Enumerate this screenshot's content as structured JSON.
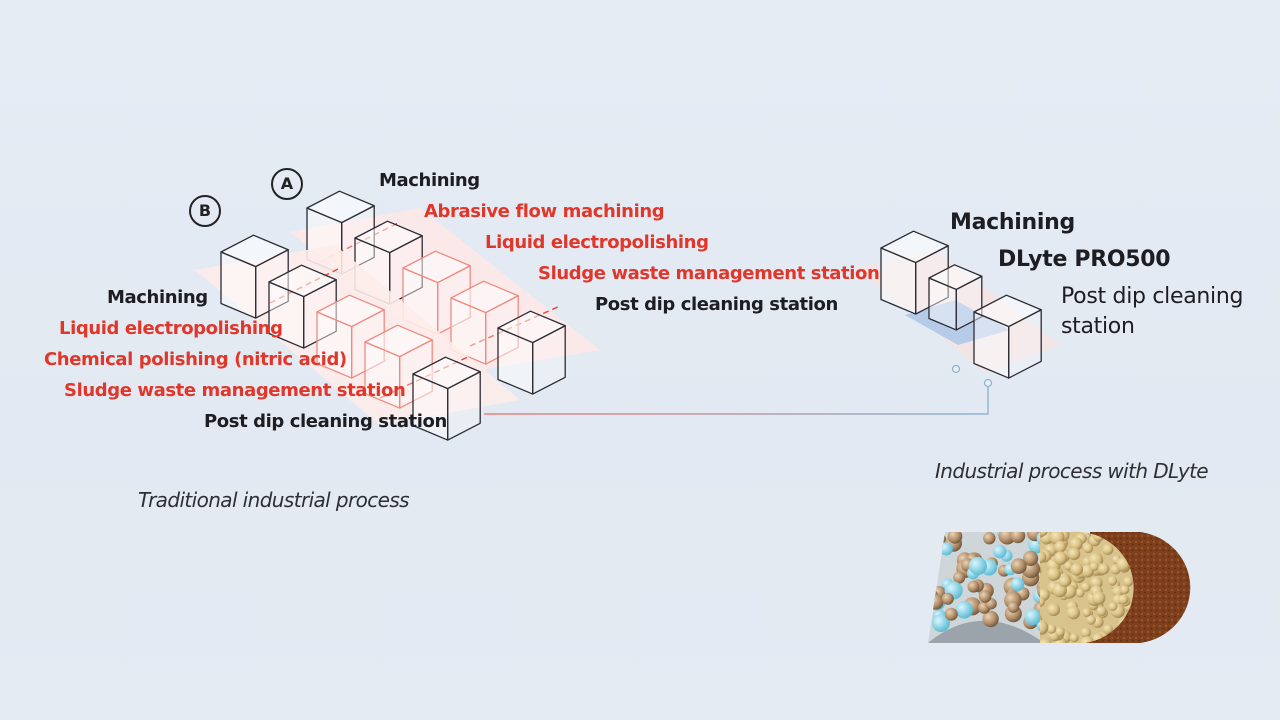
{
  "markers": {
    "a": "A",
    "b": "B"
  },
  "line_a": {
    "labels": [
      {
        "text": "Machining",
        "highlight": false
      },
      {
        "text": "Abrasive flow machining",
        "highlight": true
      },
      {
        "text": "Liquid electropolishing",
        "highlight": true
      },
      {
        "text": "Sludge waste management station",
        "highlight": true
      },
      {
        "text": "Post dip cleaning station",
        "highlight": false
      }
    ]
  },
  "line_b": {
    "labels": [
      {
        "text": "Machining",
        "highlight": false
      },
      {
        "text": "Liquid electropolishing",
        "highlight": true
      },
      {
        "text": "Chemical polishing (nitric acid)",
        "highlight": true
      },
      {
        "text": "Sludge waste management station",
        "highlight": true
      },
      {
        "text": "Post dip cleaning station",
        "highlight": false
      }
    ]
  },
  "traditional_caption": "Traditional industrial process",
  "dlyte": {
    "machining": "Machining",
    "machine": "DLyte PRO500",
    "post_dip_line1": "Post dip cleaning",
    "post_dip_line2": "station",
    "caption": "Industrial process with DLyte"
  },
  "colors": {
    "highlight": "#e0372a",
    "text": "#1d1d22",
    "connector_red": "#e88a84",
    "connector_blue": "#8fb3cf",
    "dlyte_tray": "#a9c7e6"
  }
}
